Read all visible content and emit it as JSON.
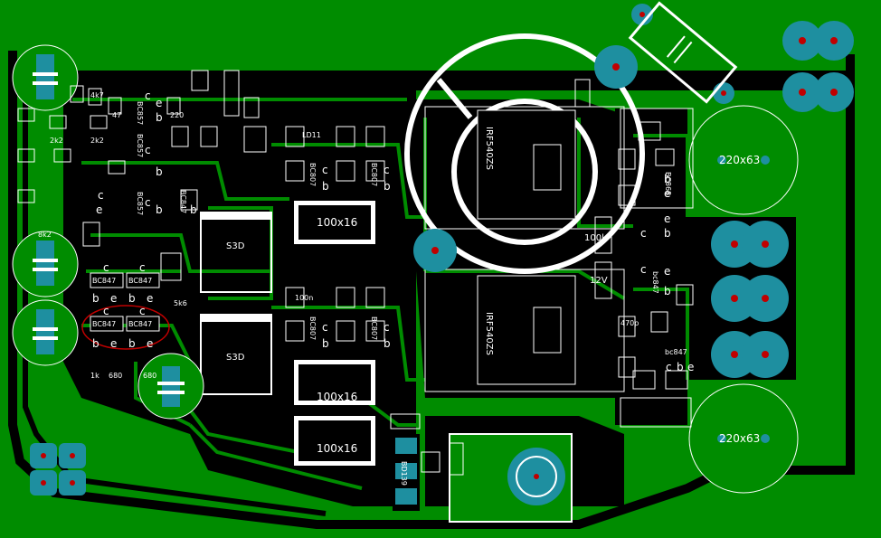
{
  "colors": {
    "board": "#008C00",
    "copper": "#000000",
    "pad": "#1E8FA0",
    "silk": "#FFFFFF",
    "annotation": "#C00000",
    "drill": "#C00000"
  },
  "labels": {
    "mosfet_top": "IRF540ZS",
    "mosfet_bottom": "IRF540ZS",
    "cap_left_top": "100x16",
    "cap_left_mid": "100x16",
    "cap_left_bottom": "100x16",
    "cap_right_top": "220x63",
    "cap_right_bottom": "220x63",
    "res_100k": "100k",
    "res_12v": "12V",
    "transistor_bd139": "BD139",
    "bc847_1": "BC847",
    "bc847_2": "BC847",
    "bc847_3": "BC847",
    "bc847_4": "BC847",
    "bc847_5": "BC847",
    "bc847_6": "bc847",
    "bc847_7": "bc847",
    "bc857_1": "BC857",
    "bc857_2": "BC857",
    "bc857_3": "BC857",
    "bc807_1": "BC807",
    "bc807_2": "BC807",
    "bc807_3": "BC807",
    "bc807_4": "BC807",
    "diode_ss_top": "S3D",
    "diode_ss_bottom": "S3D",
    "res_680": "680",
    "res_5k6": "5k6",
    "res_2k2a": "2k2",
    "res_2k2b": "2k2",
    "res_4k7": "4k7",
    "res_47": "47",
    "res_220": "220",
    "res_1k": "1k",
    "res_680b": "680",
    "res_8k2": "8k2",
    "res_100n": "100n",
    "cap_470p": "470p",
    "bc868": "BC868",
    "ld_11": "LD11",
    "pin_c": "c",
    "pin_b": "b",
    "pin_e": "e"
  }
}
